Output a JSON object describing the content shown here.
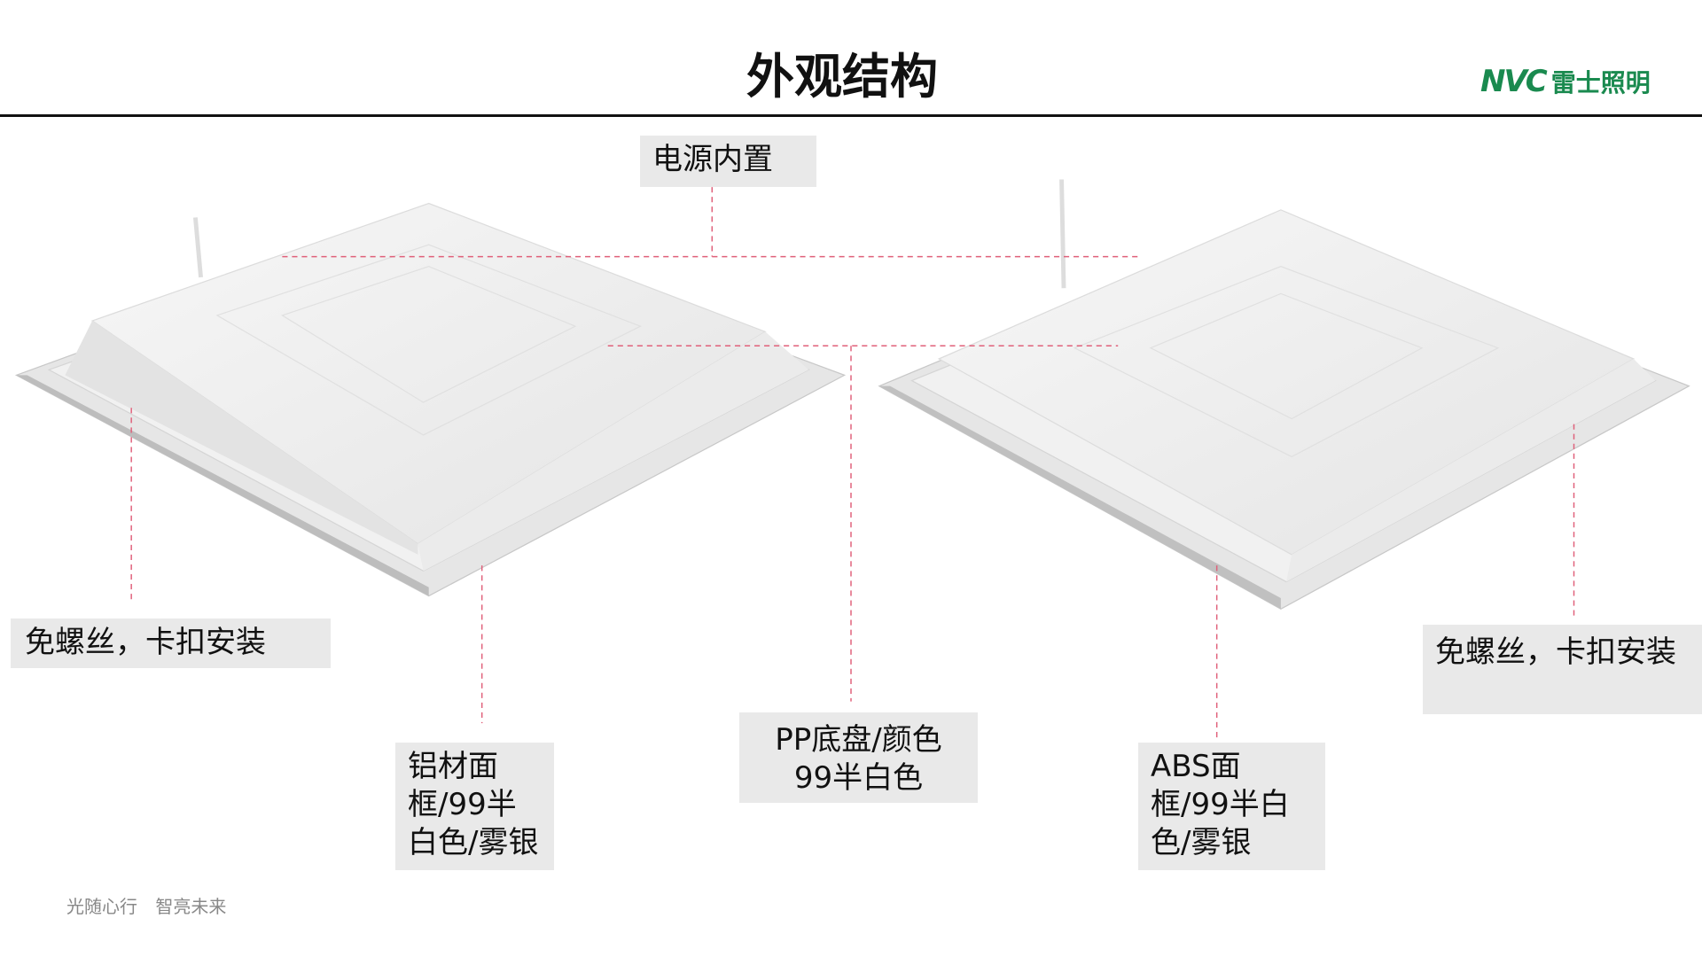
{
  "title": "外观结构",
  "logo": {
    "mark": "NVC",
    "text": "雷士照明",
    "color": "#1a8a4f"
  },
  "labels": {
    "power": "电源内置",
    "screwless_left": "免螺丝，卡扣安装",
    "aluminum_frame": "铝材面框/99半白色/雾银",
    "pp_base": "PP底盘/颜色99半白色",
    "abs_frame": "ABS面框/99半白色/雾银",
    "screwless_right": "免螺丝，卡扣安装"
  },
  "footer": "光随心行 智亮未来",
  "colors": {
    "leader_line": "#e0607a",
    "label_bg": "#e9e9e9"
  }
}
